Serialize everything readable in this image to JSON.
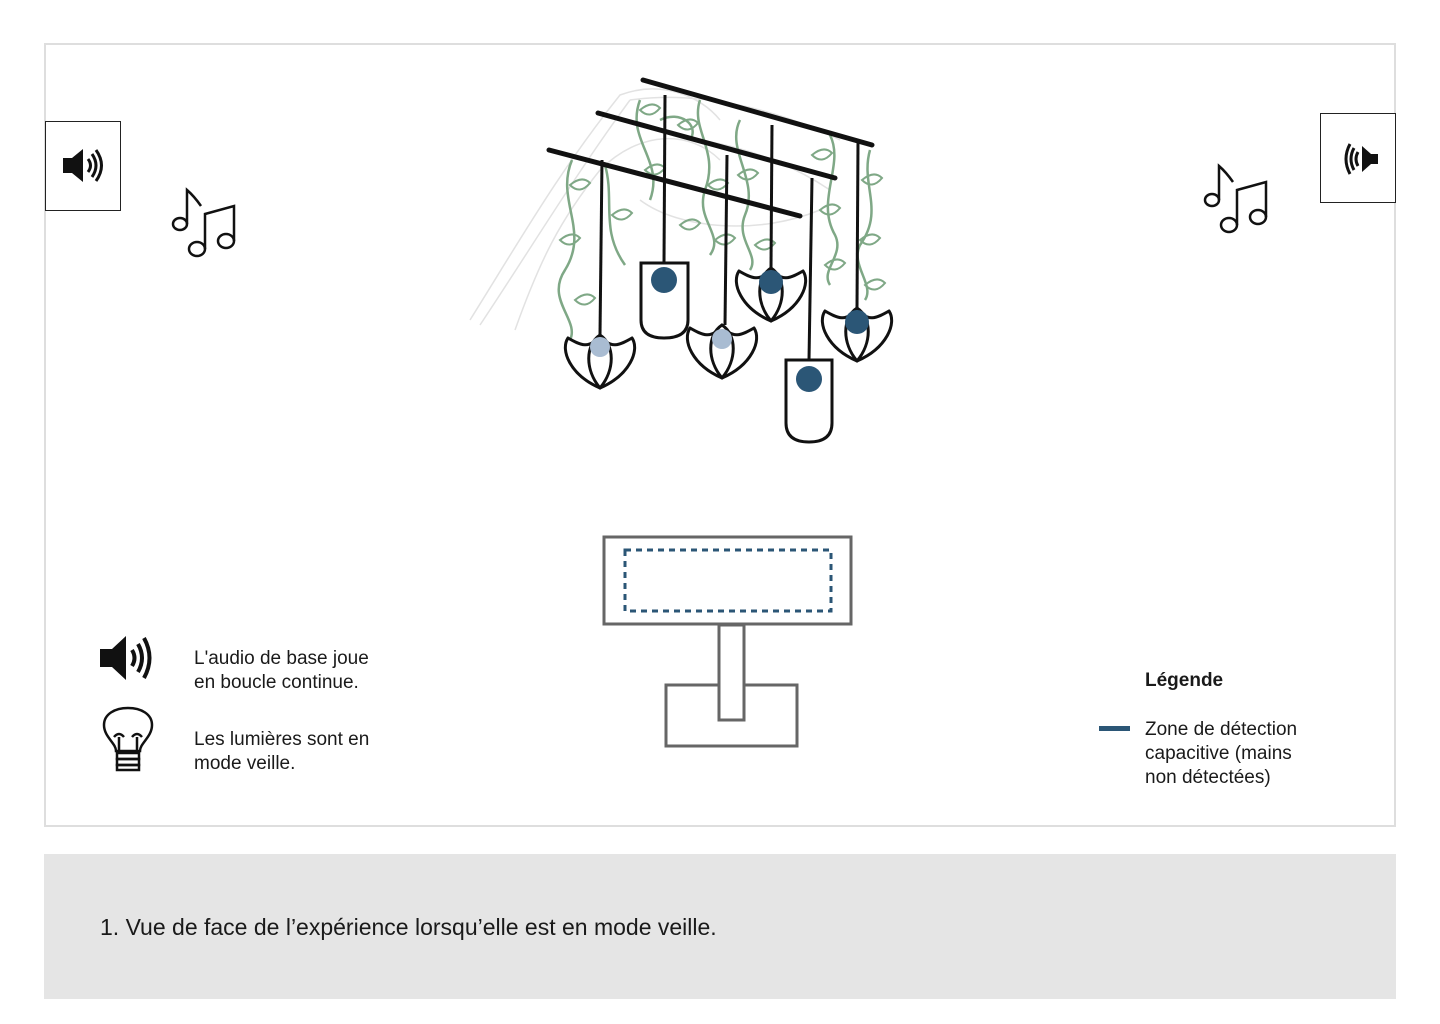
{
  "status": {
    "audio_text_line1": "L'audio de base joue",
    "audio_text_line2": "en boucle continue.",
    "lights_text_line1": "Les lumières sont en",
    "lights_text_line2": "mode veille."
  },
  "legend": {
    "title": "Légende",
    "items": [
      {
        "line1": "Zone de détection",
        "line2": "capacitive (mains",
        "line3": "non détectées)",
        "color": "#2b5676"
      }
    ]
  },
  "caption": {
    "text": "1. Vue de face de l’expérience lorsqu’elle est en mode veille."
  },
  "colors": {
    "accent": "#2b5676",
    "dim_bulb": "#a9bcd2",
    "vine": "#7fa886",
    "caption_bg": "#e5e5e5"
  },
  "icons": {
    "speakers": [
      "speaker-icon",
      "speaker-icon"
    ],
    "notes": [
      "music-notes-icon",
      "music-notes-icon"
    ],
    "status": [
      "speaker-volume-icon",
      "lightbulb-icon"
    ]
  }
}
